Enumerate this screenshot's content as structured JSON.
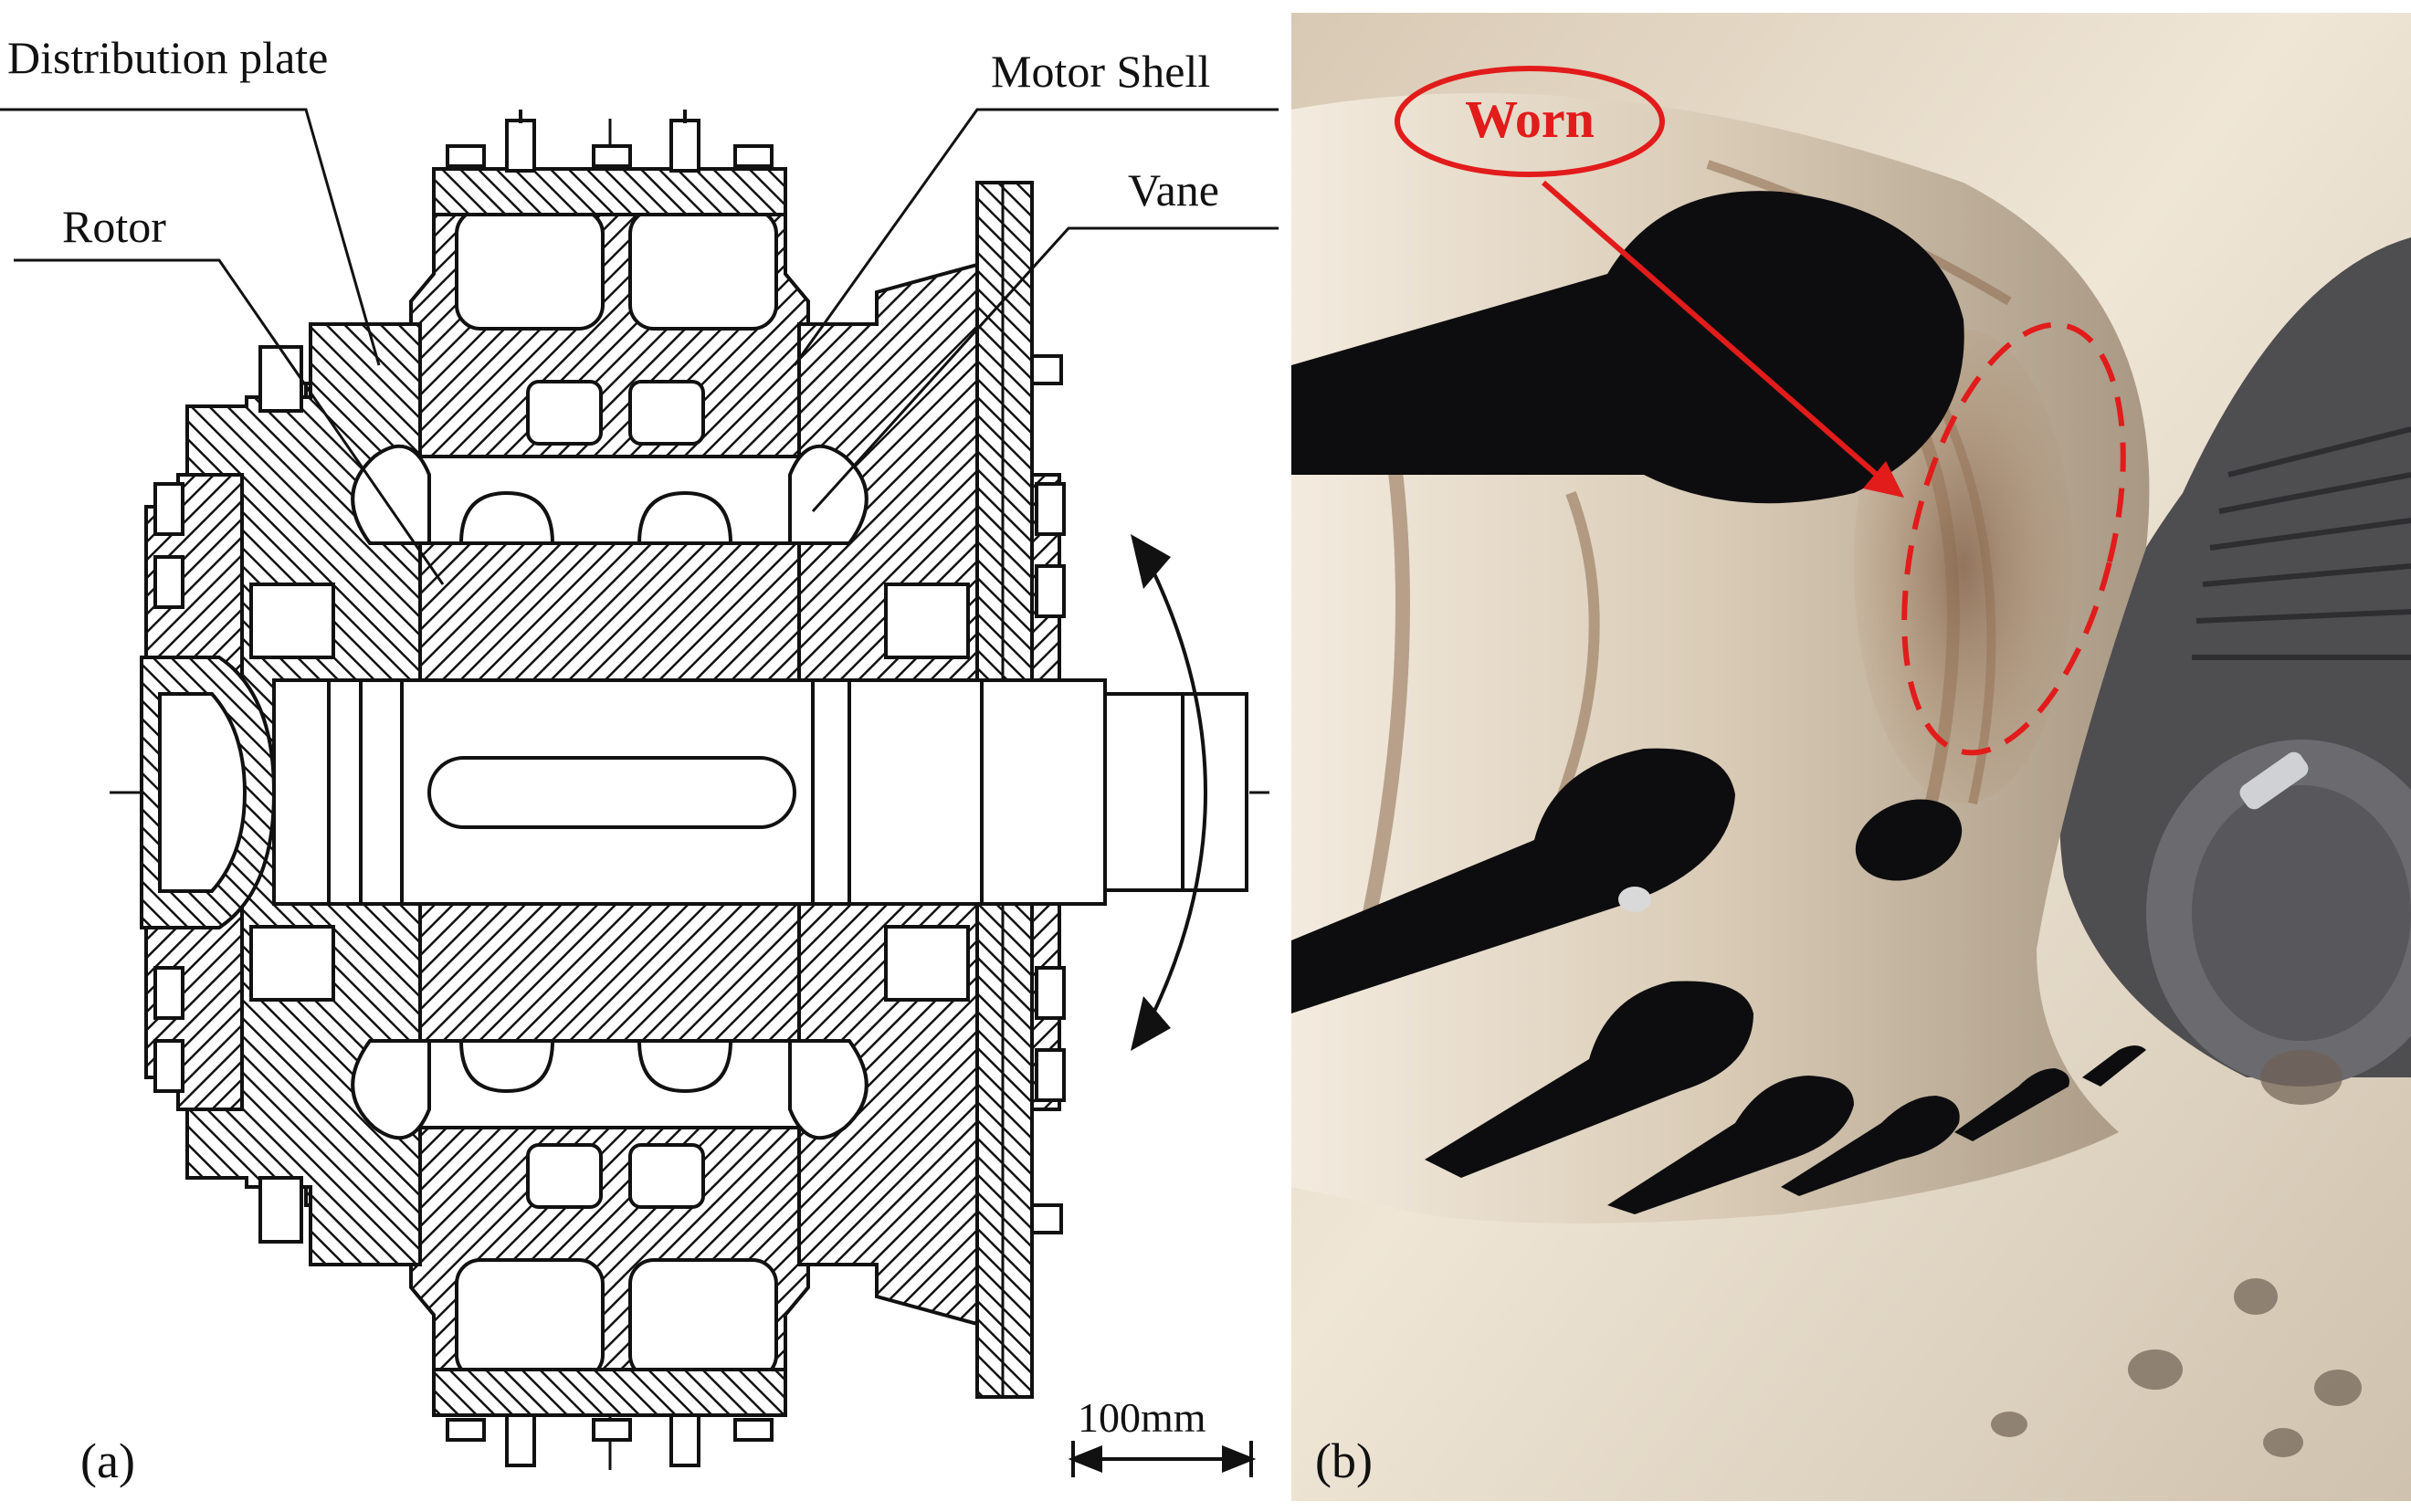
{
  "panel_a": {
    "label": "(a)",
    "callouts": {
      "distribution_plate": "Distribution plate",
      "rotor": "Rotor",
      "motor_shell": "Motor Shell",
      "vane": "Vane"
    },
    "scale_bar": "100mm"
  },
  "panel_b": {
    "label": "(b)",
    "worn_label": "Worn"
  },
  "colors": {
    "ink": "#111111",
    "highlight": "#e21b1b",
    "metal_light": "#e7dccb",
    "metal_dark": "#3a3532",
    "background": "#ffffff"
  }
}
